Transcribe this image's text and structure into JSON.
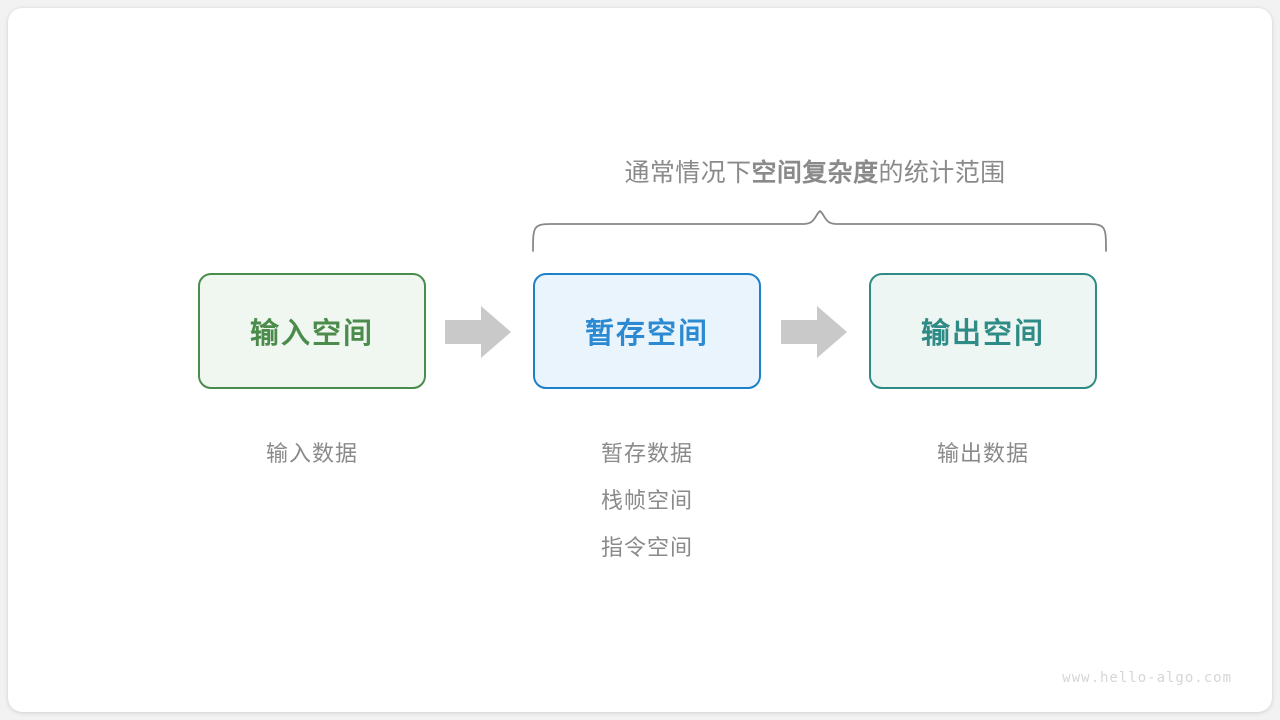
{
  "diagram": {
    "brace_caption": {
      "prefix": "通常情况下",
      "emphasis": "空间复杂度",
      "suffix": "的统计范围"
    },
    "boxes": [
      {
        "label": "输入空间",
        "color": "#4b8b4b",
        "fill": "#f0f7f0",
        "border": "#4b8b4b"
      },
      {
        "label": "暂存空间",
        "color": "#2b8ad1",
        "fill": "#eaf4fc",
        "border": "#1c81c9"
      },
      {
        "label": "输出空间",
        "color": "#2e8b85",
        "fill": "#eef6f4",
        "border": "#2e8b85"
      }
    ],
    "arrows": [
      {
        "name": "arrow-input-to-temp",
        "color": "#c9c9c9"
      },
      {
        "name": "arrow-temp-to-output",
        "color": "#c9c9c9"
      }
    ],
    "captions": {
      "input": [
        "输入数据"
      ],
      "temp": [
        "暂存数据",
        "栈帧空间",
        "指令空间"
      ],
      "output": [
        "输出数据"
      ]
    },
    "caption_color": "#8a8a8a",
    "brace_color": "#888888",
    "watermark": "www.hello-algo.com"
  }
}
